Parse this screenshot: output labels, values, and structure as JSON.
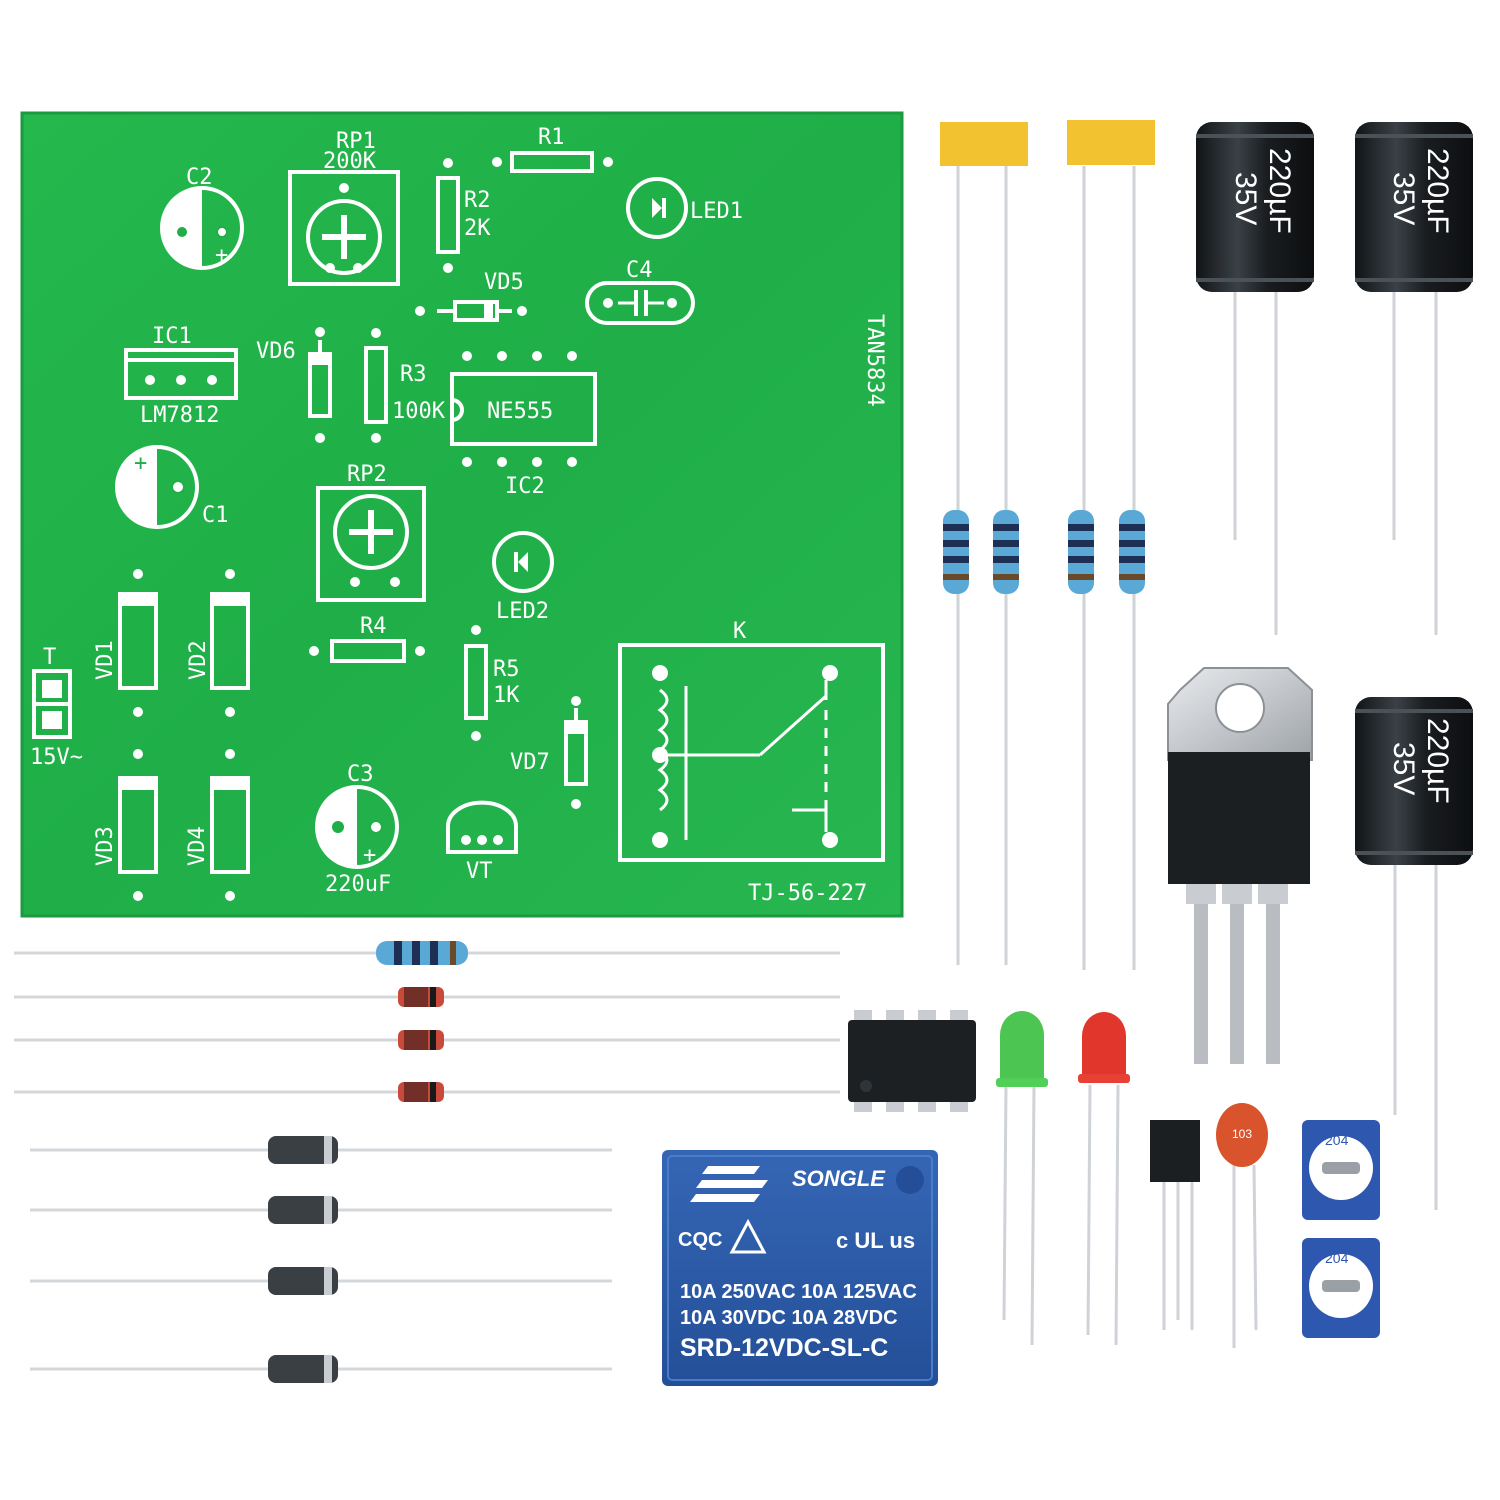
{
  "colors": {
    "pcb": "#21b14a",
    "pcb_edge": "#1e9a41",
    "silkscreen": "#ffffff",
    "relay_blue": "#2c5aa8",
    "capacitor_body": "#1f2326",
    "yellow_cap": "#f2c230",
    "ceramic_orange": "#d9532c",
    "led_green": "#4cc552",
    "led_red": "#e0362c",
    "lead": "#c9ccd0"
  },
  "pcb": {
    "labels": {
      "rp1": "RP1",
      "rp1_value": "200K",
      "c2": "C2",
      "r1": "R1",
      "r2": "R2",
      "r2_value": "2K",
      "led1": "LED1",
      "vd5": "VD5",
      "c4": "C4",
      "ic1": "IC1",
      "ic1_part": "LM7812",
      "vd6": "VD6",
      "r3": "R3",
      "r3_value": "100K",
      "ic2_part": "NE555",
      "ic2": "IC2",
      "board_code": "TAN5834",
      "c1": "C1",
      "rp2": "RP2",
      "led2": "LED2",
      "vd1": "VD1",
      "vd2": "VD2",
      "r4": "R4",
      "r5": "R5",
      "r5_value": "1K",
      "relay": "K",
      "t": "T",
      "input": "15V~",
      "vd7": "VD7",
      "vd3": "VD3",
      "vd4": "VD4",
      "c3": "C3",
      "c3_value": "220uF",
      "vt": "VT",
      "serial": "TJ-56-227"
    }
  },
  "components": {
    "electrolytic_capacitor_label": "220uF 35V",
    "cap_text_1": "220µF",
    "cap_text_2": "35V",
    "ceramic_code": "103",
    "trimmer_code": "204",
    "relay": {
      "brand": "SONGLE",
      "cert_1": "CQC",
      "cert_2": "c UL us",
      "rating_line_1": "10A 250VAC  10A 125VAC",
      "rating_line_2": "10A  30VDC  10A  28VDC",
      "model": "SRD-12VDC-SL-C"
    }
  }
}
